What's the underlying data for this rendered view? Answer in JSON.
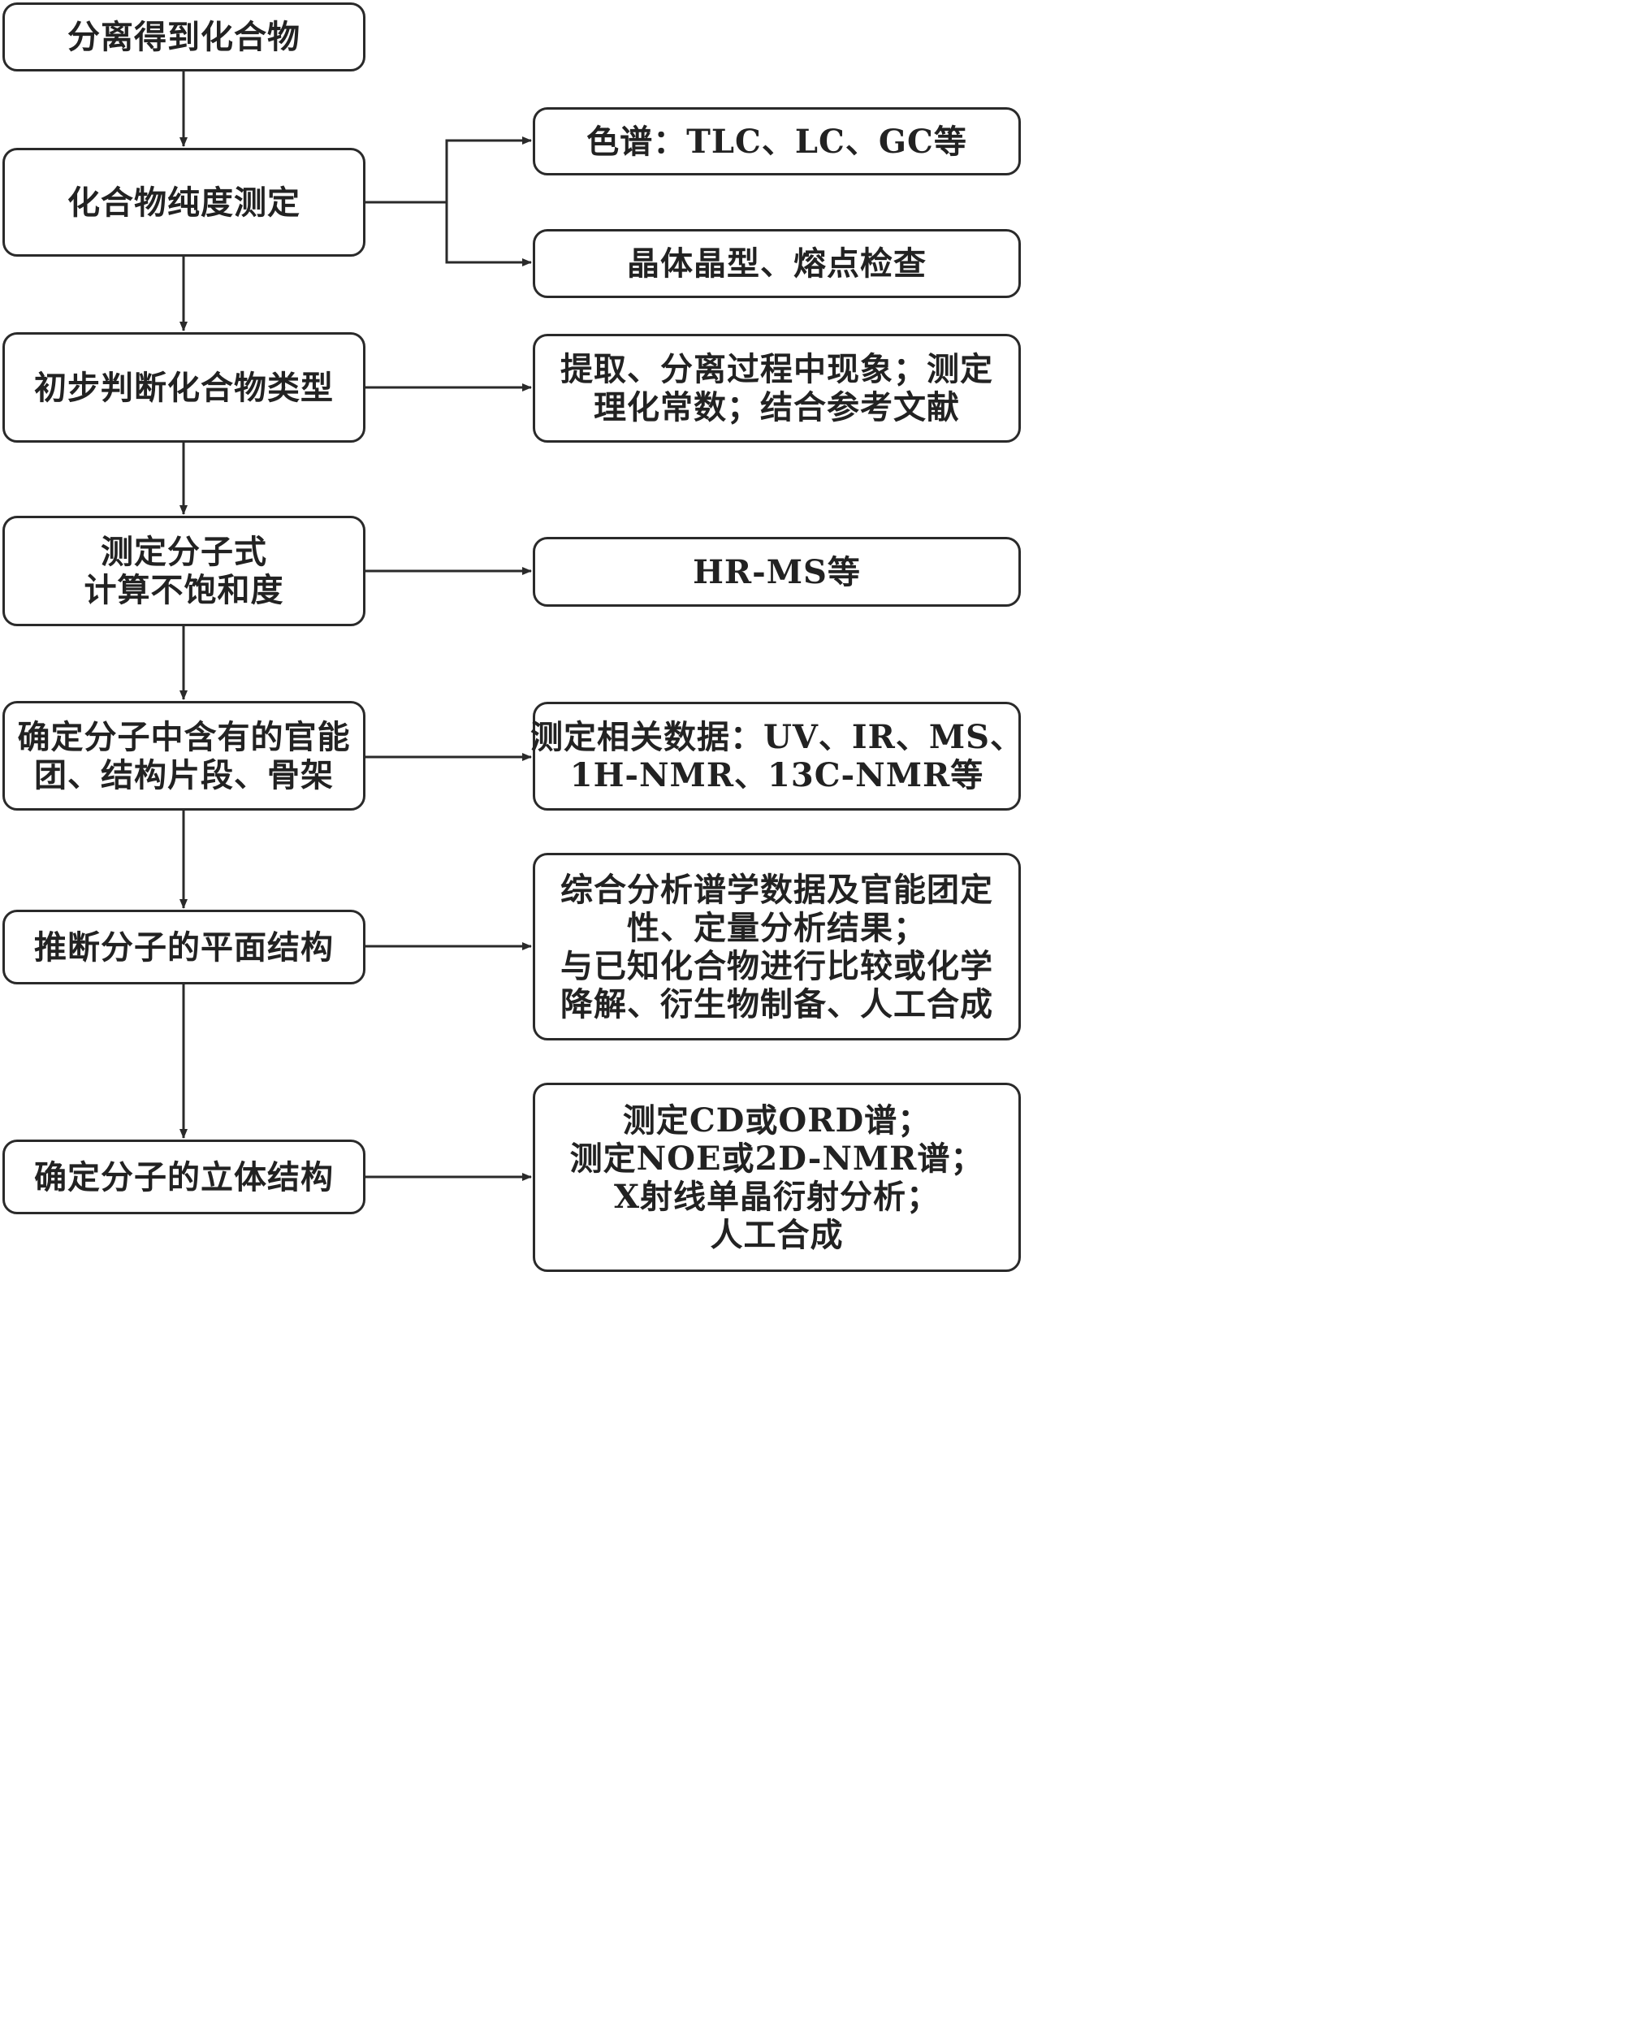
{
  "steps": [
    {
      "lines": [
        "分离得到化合物"
      ]
    },
    {
      "lines": [
        "化合物纯度测定"
      ]
    },
    {
      "lines": [
        "初步判断化合物类型"
      ]
    },
    {
      "lines": [
        "测定分子式",
        "计算不饱和度"
      ]
    },
    {
      "lines": [
        "确定分子中含有的官能",
        "团、结构片段、骨架"
      ]
    },
    {
      "lines": [
        "推断分子的平面结构"
      ]
    },
    {
      "lines": [
        "确定分子的立体结构"
      ]
    }
  ],
  "methods": [
    {
      "lines": [
        "色谱：TLC、LC、GC等"
      ]
    },
    {
      "lines": [
        "晶体晶型、熔点检查"
      ]
    },
    {
      "lines": [
        "提取、分离过程中现象；测定",
        "理化常数；结合参考文献"
      ]
    },
    {
      "lines": [
        "HR-MS等"
      ]
    },
    {
      "lines": [
        "测定相关数据：UV、IR、MS、",
        "1H-NMR、13C-NMR等"
      ]
    },
    {
      "lines": [
        "综合分析谱学数据及官能团定",
        "性、定量分析结果；",
        "与已知化合物进行比较或化学",
        "降解、衍生物制备、人工合成"
      ]
    },
    {
      "lines": [
        "测定CD或ORD谱；",
        "测定NOE或2D-NMR谱；",
        "X射线单晶衍射分析；",
        "人工合成"
      ]
    }
  ]
}
